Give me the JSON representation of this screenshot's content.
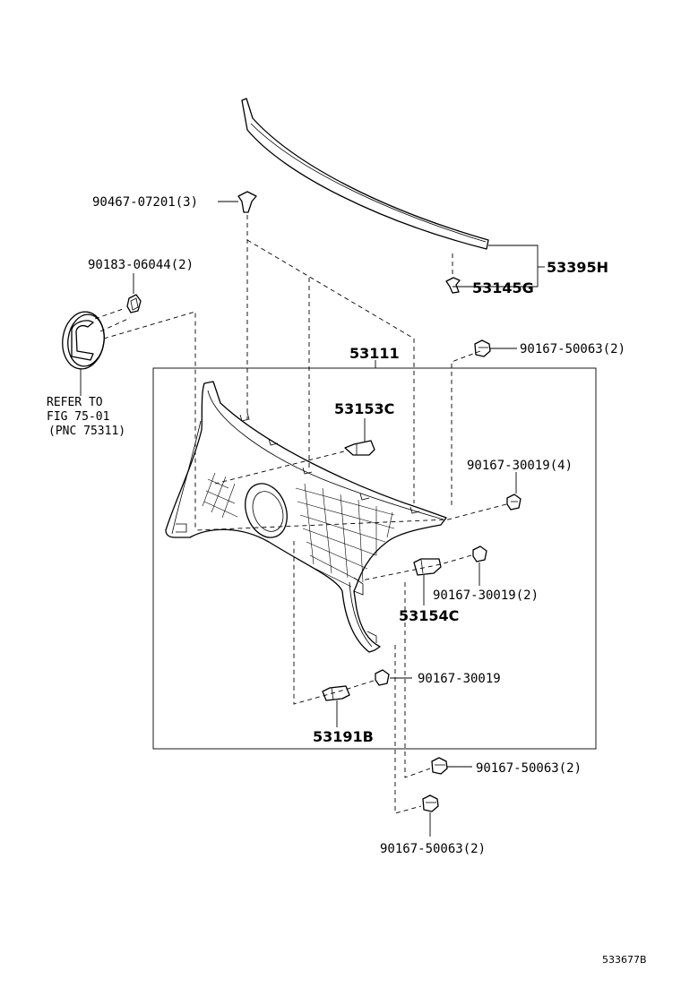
{
  "labels": {
    "p90467_07201": "90467-07201(3)",
    "p90183_06044": "90183-06044(2)",
    "refer_line1": "REFER TO",
    "refer_line2": "FIG 75-01",
    "refer_line3": "(PNC 75311)",
    "p53395h": "53395H",
    "p53145g": "53145G",
    "p53111": "53111",
    "p90167_50063_top": "90167-50063(2)",
    "p53153c": "53153C",
    "p90167_30019_4": "90167-30019(4)",
    "p90167_30019_2": "90167-30019(2)",
    "p53154c": "53154C",
    "p90167_30019": "90167-30019",
    "p53191b": "53191B",
    "p90167_50063_mid": "90167-50063(2)",
    "p90167_50063_bot": "90167-50063(2)",
    "diagram_id": "533677B"
  }
}
